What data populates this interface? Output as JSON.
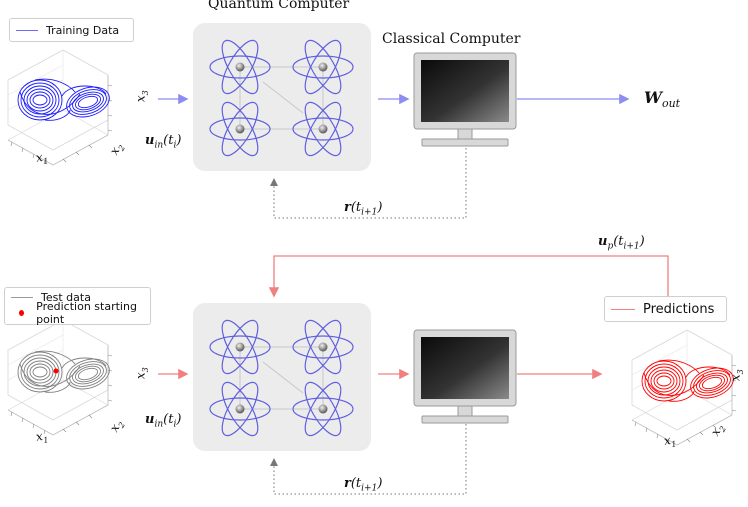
{
  "top": {
    "title_quantum": "Quantum Computer",
    "title_classical": "Classical Computer",
    "legend_training": "Training Data",
    "u_in": "u",
    "u_in_sub": "in",
    "u_in_arg": "(t",
    "u_in_arg_sub": "i",
    "u_in_close": ")",
    "r_label": "r",
    "r_arg": "(t",
    "r_arg_sub": "i+1",
    "r_close": ")",
    "w_out": "W",
    "w_out_sub": "out"
  },
  "bottom": {
    "legend_test": "Test data",
    "legend_start": "Prediction starting point",
    "legend_predictions": "Predictions",
    "u_in": "u",
    "u_in_sub": "in",
    "u_in_arg": "(t",
    "u_in_arg_sub": "i",
    "u_in_close": ")",
    "r_label": "r",
    "r_arg": "(t",
    "r_arg_sub": "i+1",
    "r_close": ")",
    "u_p": "u",
    "u_p_sub": "p",
    "u_p_arg": "(t",
    "u_p_arg_sub": "i+1",
    "u_p_close": ")"
  },
  "axes": {
    "x1": "x",
    "x1_sub": "1",
    "x2": "x",
    "x2_sub": "2",
    "x3": "x",
    "x3_sub": "3"
  },
  "colors": {
    "training": "#1a1aff",
    "test": "#808080",
    "prediction": "#ff0000",
    "arrow_top": "#8c8cf2",
    "arrow_bottom": "#f08080",
    "dotted": "#777777",
    "atom": "#6060e0",
    "qc_box": "#ececec"
  }
}
